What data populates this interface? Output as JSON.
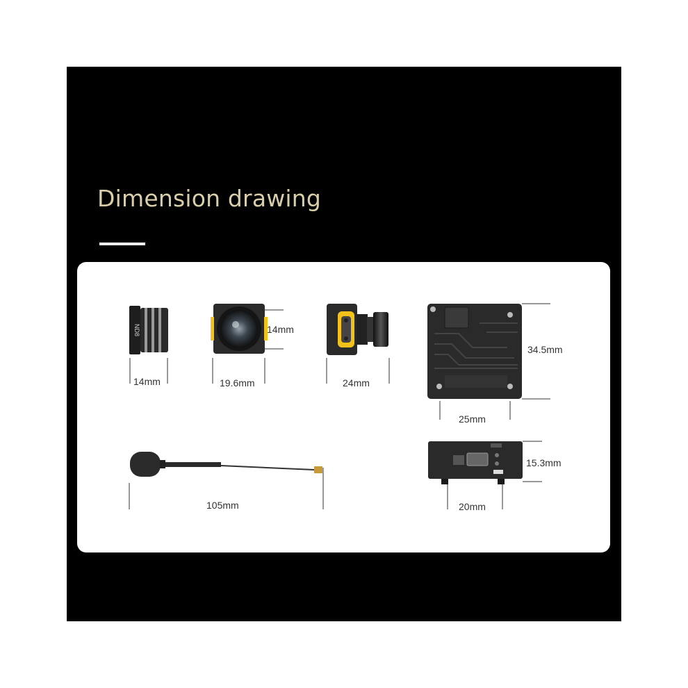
{
  "header": {
    "title": "Dimension drawing"
  },
  "products": {
    "nd_filter": {
      "marking": "ND8",
      "width_label": "14mm"
    },
    "camera_front": {
      "width_label": "19.6mm",
      "height_label": "14mm"
    },
    "camera_side": {
      "depth_label": "24mm"
    },
    "vtx_top": {
      "height_label": "34.5mm",
      "width_label": "25mm"
    },
    "antenna": {
      "length_label": "105mm"
    },
    "vtx_side": {
      "height_label": "15.3mm",
      "mount_label": "20mm"
    }
  },
  "colors": {
    "title_gold": "#d9ceaa",
    "accent_yellow": "#f2c21a",
    "device_dark": "#2a2a2a"
  }
}
